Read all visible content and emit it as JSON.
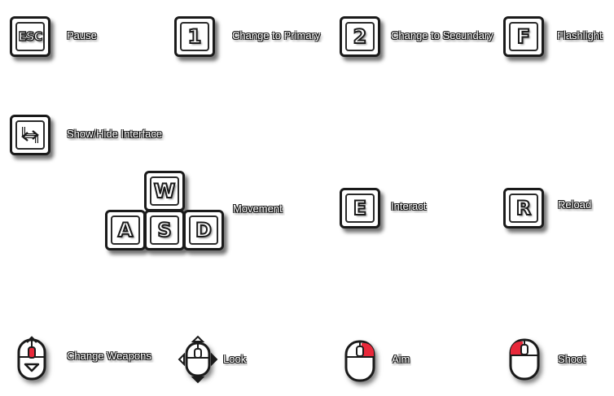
{
  "colors": {
    "key_outline": "#1a1a1a",
    "mouse_accent": "#e8283a",
    "background": "#ffffff"
  },
  "controls": {
    "pause": {
      "key": "ESC",
      "label": "Pause"
    },
    "primary": {
      "key": "1",
      "label": "Change to Primary"
    },
    "secondary": {
      "key": "2",
      "label": "Change to Secundary"
    },
    "flashlight": {
      "key": "F",
      "label": "Flashlight"
    },
    "interface": {
      "icon": "swap-arrows-icon",
      "label": "Show/Hide Interface"
    },
    "movement": {
      "keys": [
        "W",
        "A",
        "S",
        "D"
      ],
      "label": "Movement"
    },
    "interact": {
      "key": "E",
      "label": "Interact"
    },
    "reload": {
      "key": "R",
      "label": "Reload"
    },
    "change_weapons": {
      "icon": "mouse-scroll-icon",
      "label": "Change Weapons"
    },
    "look": {
      "icon": "mouse-move-icon",
      "label": "Look"
    },
    "aim": {
      "icon": "mouse-right-click-icon",
      "label": "Aim"
    },
    "shoot": {
      "icon": "mouse-left-click-icon",
      "label": "Shoot"
    }
  }
}
